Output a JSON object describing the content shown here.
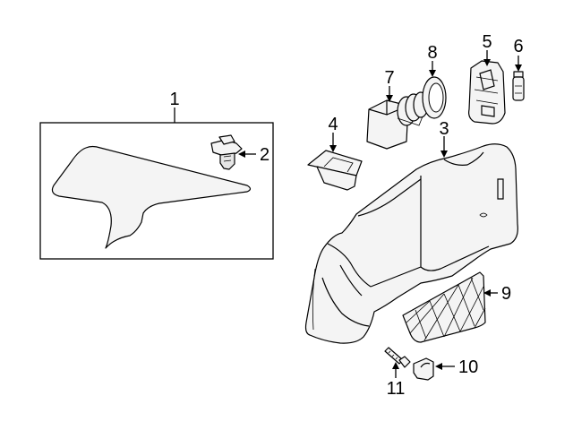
{
  "callouts": {
    "c1": "1",
    "c2": "2",
    "c3": "3",
    "c4": "4",
    "c5": "5",
    "c6": "6",
    "c7": "7",
    "c8": "8",
    "c9": "9",
    "c10": "10",
    "c11": "11"
  },
  "parts": {
    "p1": "quarter-trim-panel",
    "p2": "retainer-clip",
    "p3": "trunk-side-trim",
    "p4": "trim-cover",
    "p5": "storage-bracket",
    "p6": "bulb-socket",
    "p7": "lamp-housing",
    "p8": "sealing-ring",
    "p9": "cargo-net",
    "p10": "hook-clip",
    "p11": "bolt"
  }
}
